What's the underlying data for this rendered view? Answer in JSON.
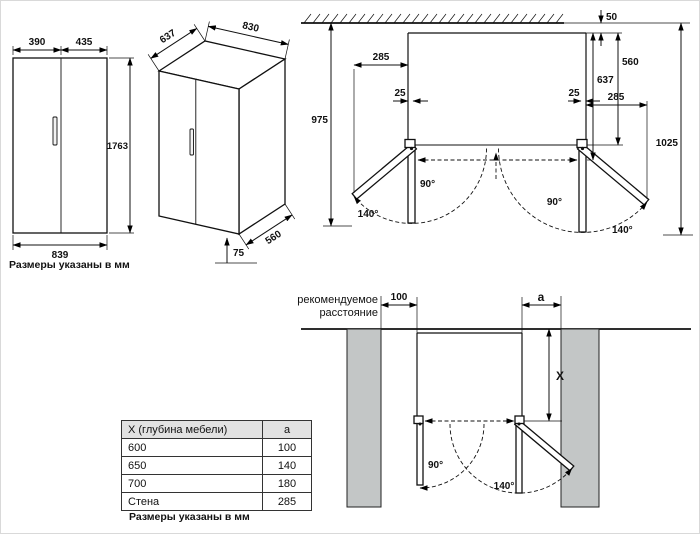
{
  "captions": {
    "top": "Размеры указаны в мм",
    "bottom": "Размеры указаны в мм"
  },
  "front_view": {
    "door_left_width": "390",
    "door_right_width": "435",
    "height": "1763",
    "total_width": "839"
  },
  "iso_view": {
    "depth_with_door": "637",
    "width": "830",
    "depth_body": "560",
    "foot_clearance": "75"
  },
  "top_view": {
    "wall_gap": "50",
    "left_swing_width": "285",
    "depth_with_door": "637",
    "depth_body": "560",
    "hinge_offset_left": "25",
    "hinge_offset_right": "25",
    "right_swing_width": "285",
    "left_clearance": "975",
    "right_clearance": "1025",
    "angle_open_left": "90°",
    "angle_max_left": "140°",
    "angle_open_right": "90°",
    "angle_max_right": "140°"
  },
  "niche_view": {
    "recommended_line1": "рекомендуемое",
    "recommended_line2": "расстояние",
    "gap_left": "100",
    "gap_right_label": "a",
    "depth_label": "X",
    "angle_open": "90°",
    "angle_max": "140°"
  },
  "table": {
    "col1_header": "X (глубина мебели)",
    "col2_header": "a",
    "rows": [
      [
        "600",
        "100"
      ],
      [
        "650",
        "140"
      ],
      [
        "700",
        "180"
      ],
      [
        "Стена",
        "285"
      ]
    ]
  }
}
